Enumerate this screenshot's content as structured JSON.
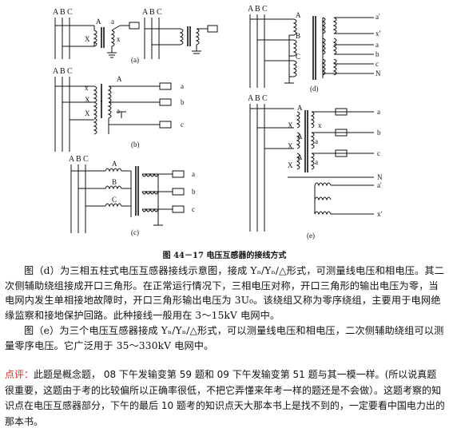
{
  "figure": {
    "phase_labels": [
      "A",
      "B",
      "C"
    ],
    "panel_labels": {
      "a": "(a)",
      "b": "(b)",
      "c": "(c)",
      "d": "(d)",
      "e": "(e)"
    },
    "terminal_labels": {
      "A": "A",
      "B": "B",
      "C": "C",
      "a": "a",
      "b": "b",
      "c": "c",
      "x": "x",
      "X": "X",
      "N": "N",
      "a_prime": "a'",
      "x_prime": "x'"
    }
  },
  "caption": "图 44－17   电压互感器的接线方式",
  "paragraph1": "图（d）为三相五柱式电压互感器接线示意图，接成 Yₙ/Yₙ/△形式，可测量线电压和相电压。其二次侧辅助绕组接成开口三角形。在正常运行情况下，三相电压对称，开口三角形的输出电压为零，当电网内发生单相接地故障时，开口三角形输出电压为 3U₀。该绕组又称为零序绕组，主要用于电网绝缘监察和接地保护回路。此种接线一般用在 3～15kV 电网中。",
  "paragraph2": "图（e）为三个电压互感器接成 Yₙ/Yₙ/△形式，可以测量线电压和相电压，二次侧辅助绕组可以测量零序电压。它广泛用于 35～330kV 电网中。",
  "note_tag": "点评：",
  "note_text": "此题是概念题， 08 下午发输变第 59 题和 09 下午发输变第 51 题与其一模一样。(所以说真题很重要，这题由于考的比较偏所以正确率很低，不把它弄懂来年考一样的题还是不会做）。这题考察的知识点在电压互感器部分，下午的最后 10 题考的知识点天大那本书上是找不到的，一定要看中国电力出的那本书。",
  "colors": {
    "note_tag": "#d62d20",
    "text": "#111111",
    "background": "#ffffff"
  }
}
